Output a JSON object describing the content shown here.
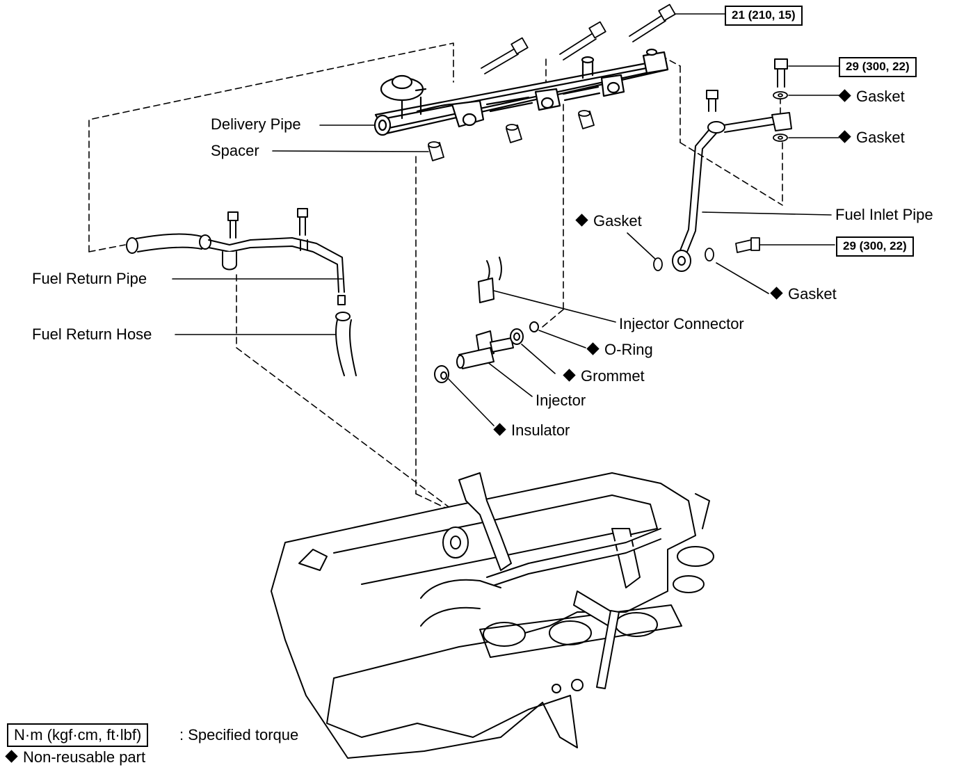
{
  "labels": {
    "delivery_pipe": "Delivery Pipe",
    "spacer": "Spacer",
    "fuel_return_pipe": "Fuel Return Pipe",
    "fuel_return_hose": "Fuel Return Hose",
    "gasket": "Gasket",
    "fuel_inlet_pipe": "Fuel Inlet Pipe",
    "injector_connector": "Injector Connector",
    "o_ring": "O-Ring",
    "grommet": "Grommet",
    "injector": "Injector",
    "insulator": "Insulator"
  },
  "torques": {
    "delivery_pipe_bolt": "21 (210, 15)",
    "inlet_pipe_upper_bolt": "29 (300, 22)",
    "inlet_pipe_union_bolt": "29 (300, 22)"
  },
  "legend": {
    "torque_units": "N·m (kgf·cm, ft·lbf)",
    "torque_desc": ": Specified torque",
    "nonreusable_desc": "Non-reusable part"
  }
}
